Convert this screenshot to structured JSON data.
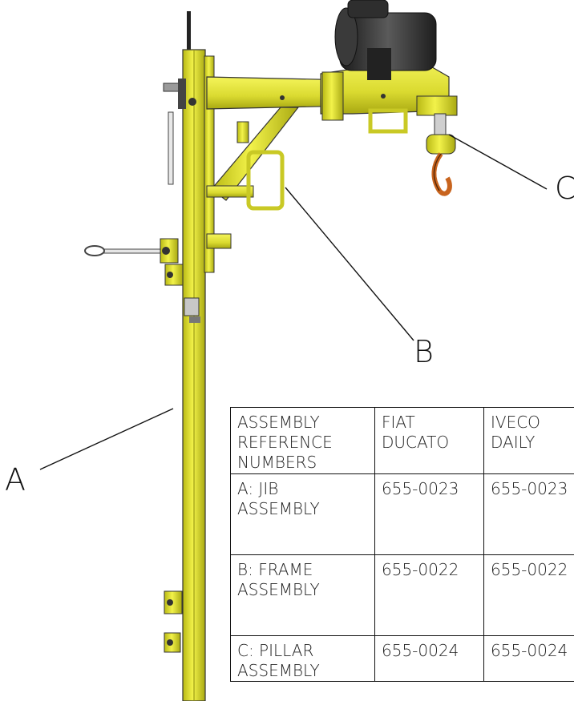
{
  "callouts": {
    "a": "A",
    "b": "B",
    "c": "C"
  },
  "table": {
    "header": [
      "ASSEMBLY\nREFERENCE\nNUMBERS",
      "FIAT\nDUCATO",
      "IVECO\nDAILY"
    ],
    "rows": [
      [
        "A: JIB\nASSEMBLY",
        "655-0023",
        "655-0023"
      ],
      [
        "B: FRAME\nASSEMBLY",
        "655-0022",
        "655-0022"
      ],
      [
        "C: PILLAR\nASSEMBLY",
        "655-0024",
        "655-0024"
      ]
    ]
  },
  "colors": {
    "frame_yellow": "#e8e83a",
    "frame_shadow": "#9a9a10",
    "motor_dark": "#2a2a2a",
    "hook_orange": "#c8641e"
  }
}
